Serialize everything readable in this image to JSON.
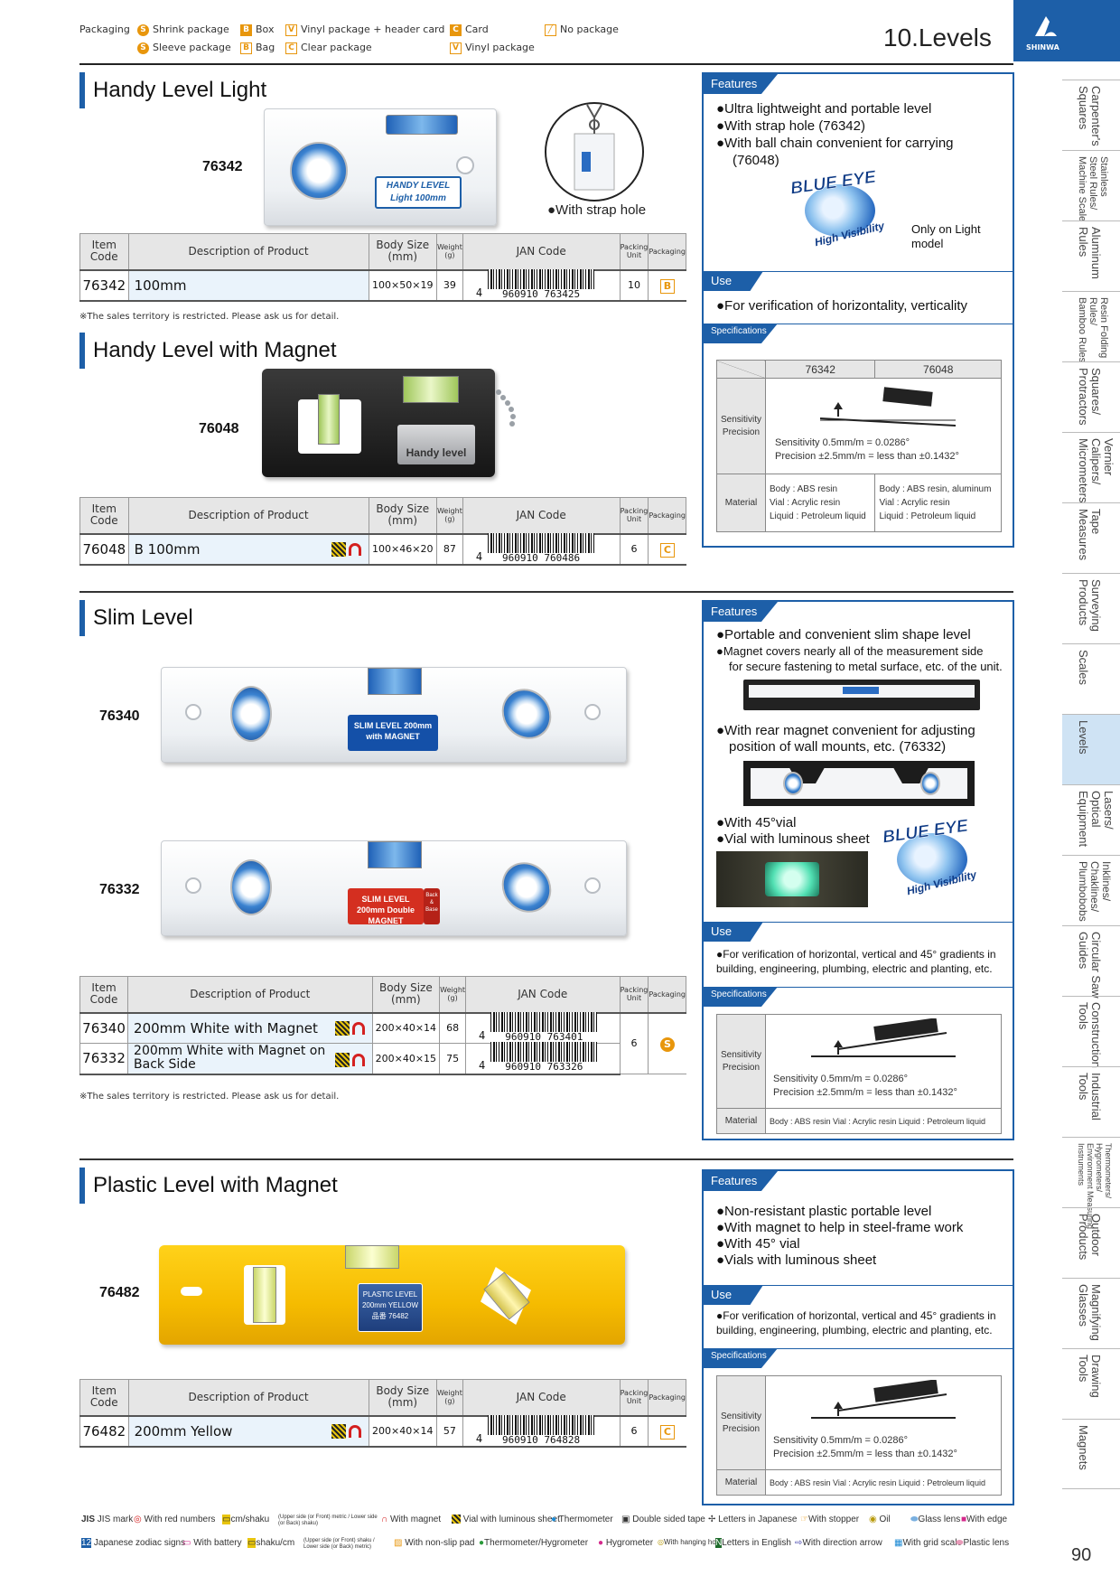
{
  "packaging_legend": {
    "heading": "Packaging",
    "items": [
      {
        "icon": "S",
        "label": "Shrink package"
      },
      {
        "icon": "B",
        "label": "Box"
      },
      {
        "icon": "V",
        "label": "Vinyl package + header card"
      },
      {
        "icon": "C",
        "label": "Card"
      },
      {
        "icon": "no-package-icon",
        "label": "No package"
      },
      {
        "icon": "S",
        "label": "Sleeve package"
      },
      {
        "icon": "B",
        "label": "Bag"
      },
      {
        "icon": "C",
        "label": "Clear package"
      },
      {
        "icon": "V",
        "label": "Vinyl package"
      }
    ]
  },
  "chapter_title": "10.Levels",
  "brand": "SHINWA",
  "side_tabs": [
    "Carpenter's\nSquares",
    "Stainless\nSteel Rules/\nMachine Scale",
    "Aluminum\nRules",
    "Resin Folding\nRules/\nBamboo Rules",
    "Squares/\nProtractors",
    "Vernier\nCalipers/\nMicrometers",
    "Tape\nMeasures",
    "Surveying\nProducts",
    "Scales",
    "Levels",
    "Lasers/\nOptical\nEquipment",
    "Inklines/\nChaklines/\nPlumbobobs",
    "Circular Saw\nGuides",
    "Construction\nTools",
    "Industrial\nTools",
    "Thermometers/\nHygrometers/\nEnvironment Measuring\nInstruments",
    "Outdoor\nProducts",
    "Magnifying\nGlasses",
    "Drawing\nTools",
    "Magnets"
  ],
  "table_headers": {
    "item_code": "Item\nCode",
    "description": "Description of Product",
    "body_size": "Body Size\n(mm)",
    "weight": "Weight\n(g)",
    "jan": "JAN Code",
    "packing_unit": "Packing\nUnit",
    "packaging": "Packaging"
  },
  "labels": {
    "features": "Features",
    "use": "Use",
    "specifications": "Specifications",
    "sensitivity_precision": "Sensitivity\nPrecision",
    "material": "Material",
    "only_light": "Only on Light\nmodel",
    "strap_hole_caption": "●With strap hole"
  },
  "sections": {
    "handy_light": {
      "title": "Handy Level Light",
      "code_label": "76342",
      "product_plate": "HANDY LEVEL Light 100mm",
      "rows": [
        {
          "code": "76342",
          "desc": "100mm",
          "size": "100×50×19",
          "weight": "39",
          "jan_prefix": "4",
          "jan": "960910 763425",
          "unit": "10",
          "pkg": "B"
        }
      ],
      "note": "※The sales territory is restricted. Please ask us for detail."
    },
    "handy_magnet": {
      "title": "Handy Level with Magnet",
      "code_label": "76048",
      "product_plate": "Handy level",
      "rows": [
        {
          "code": "76048",
          "desc": "B 100mm",
          "size": "100×46×20",
          "weight": "87",
          "jan_prefix": "4",
          "jan": "960910 760486",
          "unit": "6",
          "pkg": "C"
        }
      ]
    },
    "slim": {
      "title": "Slim Level",
      "code_labels": [
        "76340",
        "76332"
      ],
      "plate_1": "SLIM LEVEL 200mm with MAGNET",
      "plate_2": "SLIM LEVEL 200mm Double MAGNET",
      "plate_2_side": "Back & Base",
      "rows": [
        {
          "code": "76340",
          "desc": "200mm White with Magnet",
          "size": "200×40×14",
          "weight": "68",
          "jan_prefix": "4",
          "jan": "960910 763401"
        },
        {
          "code": "76332",
          "desc": "200mm White with Magnet on\nBack Side",
          "size": "200×40×15",
          "weight": "75",
          "jan_prefix": "4",
          "jan": "960910 763326"
        }
      ],
      "unit": "6",
      "pkg": "S",
      "note": "※The sales territory is restricted. Please ask us for detail."
    },
    "plastic": {
      "title": "Plastic Level with Magnet",
      "code_label": "76482",
      "product_plate": "PLASTIC LEVEL\n200mm YELLOW\n品番 76482",
      "rows": [
        {
          "code": "76482",
          "desc": "200mm Yellow",
          "size": "200×40×14",
          "weight": "57",
          "jan_prefix": "4",
          "jan": "960910 764828",
          "unit": "6",
          "pkg": "C"
        }
      ]
    }
  },
  "panel_1": {
    "features": [
      "●Ultra lightweight and portable level",
      "●With strap hole (76342)",
      "●With ball chain convenient for carrying",
      "(76048)"
    ],
    "use": "●For verification of horizontality, verticality",
    "spec_cols": [
      "76342",
      "76048"
    ],
    "sensitivity": "Sensitivity   0.5mm/m = 0.0286°",
    "precision": "Precision   ±2.5mm/m = less than ±0.1432°",
    "material_1": "Body : ABS resin\nVial : Acrylic resin\nLiquid : Petroleum liquid",
    "material_2": "Body : ABS resin, aluminum\nVial : Acrylic resin\nLiquid : Petroleum liquid"
  },
  "panel_2": {
    "features": [
      "●Portable and convenient slim shape level",
      "●Magnet covers nearly all of the measurement side",
      "for secure fastening to metal surface, etc. of the unit.",
      "●With rear magnet convenient for adjusting",
      "position of wall mounts, etc. (76332)",
      "●With 45°vial",
      "●Vial with luminous sheet"
    ],
    "use": "●For verification of horizontal, vertical and 45° gradients in\nbuilding, engineering, plumbing, electric and planting, etc.",
    "sensitivity": "Sensitivity   0.5mm/m = 0.0286°",
    "precision": "Precision   ±2.5mm/m = less than ±0.1432°",
    "material": "Body : ABS resin  Vial : Acrylic resin  Liquid : Petroleum liquid"
  },
  "panel_3": {
    "features": [
      "●Non-resistant plastic portable level",
      "●With magnet to help in steel-frame work",
      "●With 45° vial",
      "●Vials with luminous sheet"
    ],
    "use": "●For verification of horizontal, vertical and 45° gradients in\nbuilding, engineering, plumbing, electric and planting, etc.",
    "sensitivity": "Sensitivity   0.5mm/m = 0.0286°",
    "precision": "Precision   ±2.5mm/m = less than ±0.1432°",
    "material": "Body : ABS resin  Vial : Acrylic resin  Liquid : Petroleum liquid"
  },
  "blue_eye": {
    "word": "BLUE EYE",
    "tag": "High Visibility"
  },
  "footer_legend": {
    "row1": [
      "JIS mark",
      "With red numbers",
      "cm/shaku",
      "(Upper side (or Front) metric / Lower side (or Back) shaku)",
      "With magnet",
      "Vial with luminous sheet",
      "Thermometer",
      "Double sided tape",
      "Letters in Japanese",
      "With stopper",
      "Oil",
      "Glass lens",
      "With edge"
    ],
    "row2": [
      "Japanese zodiac signs",
      "With battery",
      "shaku/cm",
      "(Upper side (or Front) shaku / Lower side (or Back) metric)",
      "With non-slip pad",
      "Thermometer/Hygrometer",
      "Hygrometer",
      "With hanging hole",
      "Letters in English",
      "With direction arrow",
      "With grid scale",
      "Plastic lens"
    ]
  },
  "page_number": "90"
}
